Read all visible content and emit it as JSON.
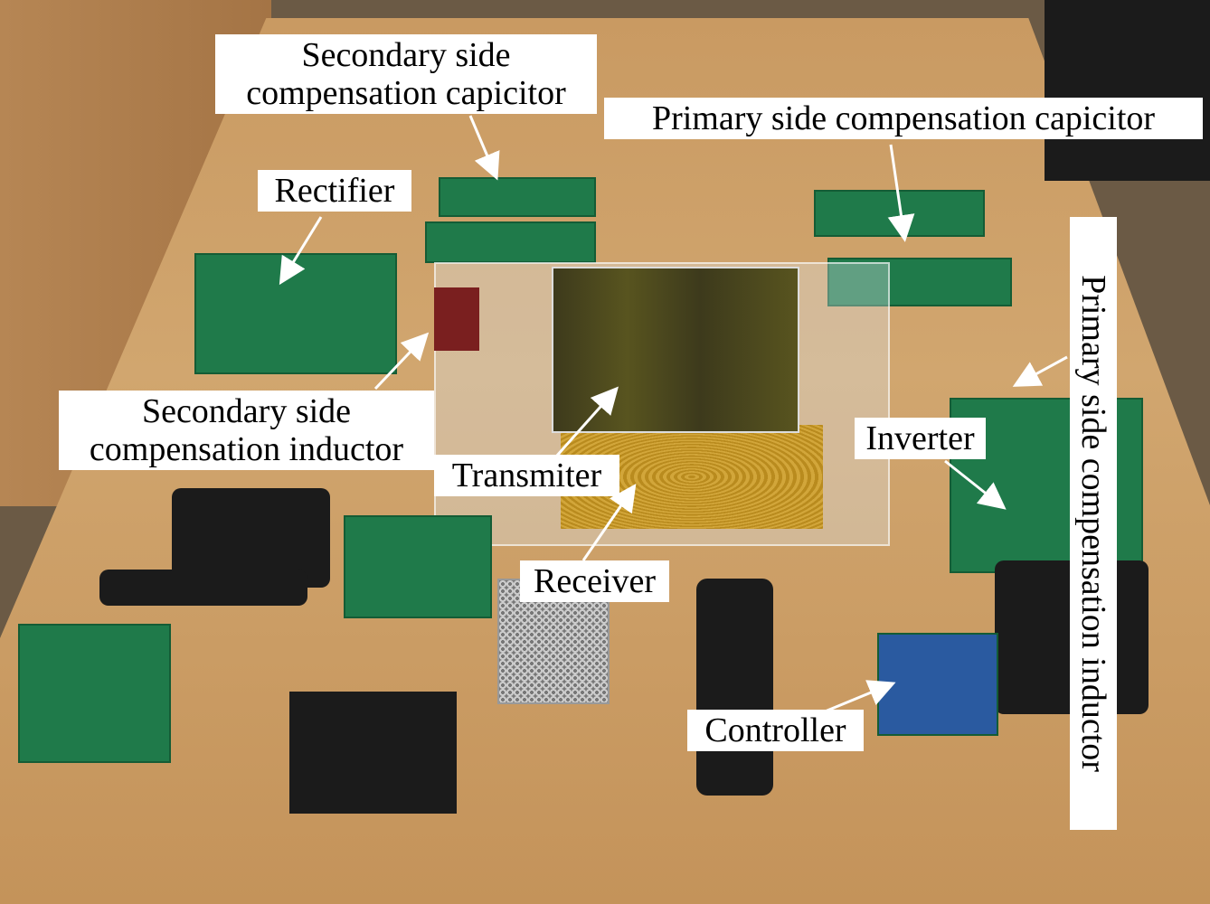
{
  "labels": {
    "secondary_cap": [
      "Secondary side",
      "compensation capicitor"
    ],
    "primary_cap": "Primary side compensation capicitor",
    "rectifier": "Rectifier",
    "secondary_inductor": [
      "Secondary side",
      "compensation inductor"
    ],
    "transmitter": "Transmiter",
    "receiver": "Receiver",
    "inverter": "Inverter",
    "controller": "Controller",
    "primary_inductor": "Primary side compensation inductor"
  },
  "colors": {
    "label_bg": "#ffffff",
    "arrow": "#ffffff",
    "table": "#c99a62",
    "pcb": "#1f7a4a"
  }
}
